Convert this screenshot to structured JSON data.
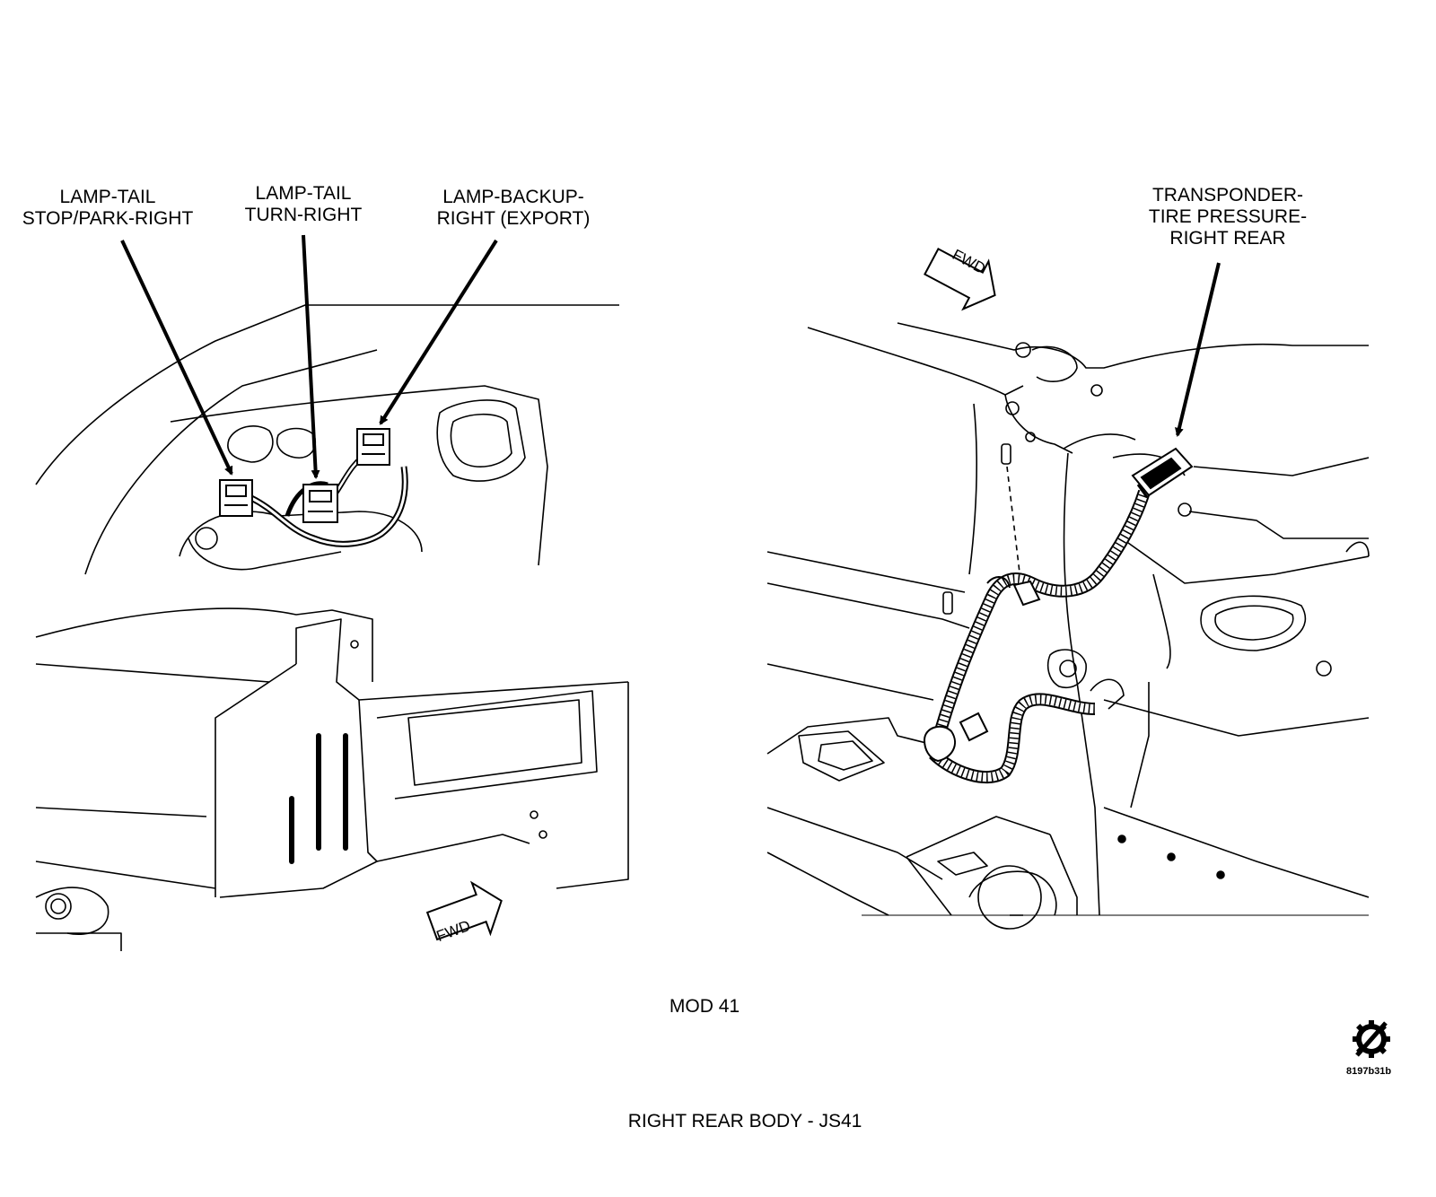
{
  "callouts": {
    "stop_park": [
      "LAMP-TAIL",
      "STOP/PARK-RIGHT"
    ],
    "turn": [
      "LAMP-TAIL",
      "TURN-RIGHT"
    ],
    "backup": [
      "LAMP-BACKUP-",
      "RIGHT (EXPORT)"
    ],
    "tpms": [
      "TRANSPONDER-",
      "TIRE PRESSURE-",
      "RIGHT REAR"
    ]
  },
  "fwd_label": "FWD",
  "mod_label": "MOD 41",
  "figure_id": "8197b31b",
  "caption": "RIGHT REAR BODY - JS41",
  "logo_icon": "gear-icon"
}
